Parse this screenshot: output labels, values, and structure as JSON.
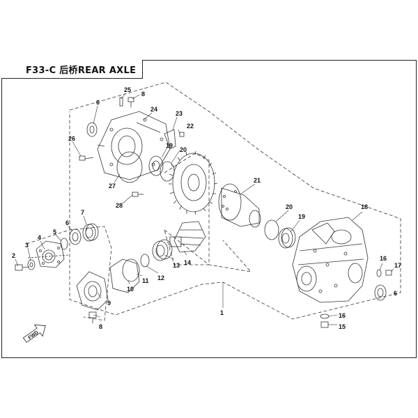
{
  "header": {
    "title": "F33-C 后桥REAR AXLE"
  },
  "fwd_label": "FWD",
  "callouts": [
    "1",
    "2",
    "3",
    "4",
    "5",
    "6",
    "6",
    "6",
    "7",
    "8",
    "8",
    "9",
    "10",
    "11",
    "12",
    "13",
    "14",
    "15",
    "16",
    "16",
    "17",
    "18",
    "19",
    "19",
    "20",
    "20",
    "21",
    "22",
    "23",
    "24",
    "25",
    "26",
    "27",
    "28"
  ],
  "colors": {
    "line": "#222222",
    "frame": "#222222",
    "background": "#ffffff"
  }
}
